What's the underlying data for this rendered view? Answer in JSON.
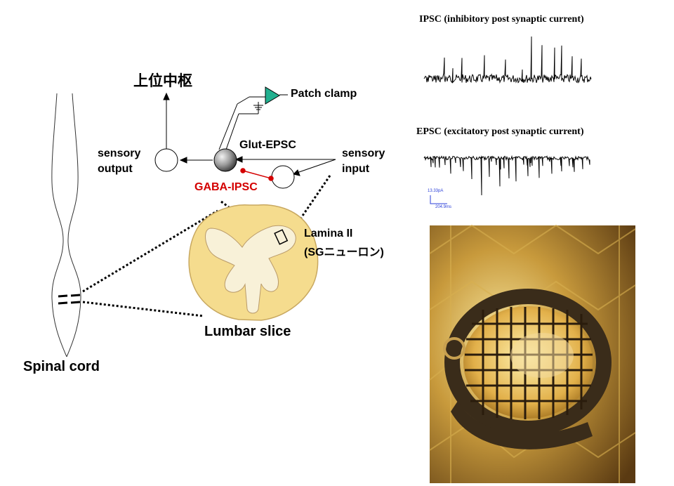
{
  "diagram": {
    "upper_center_label": "上位中枢",
    "patch_clamp_label": "Patch clamp",
    "glut_epsc_label": "Glut-EPSC",
    "gaba_ipsc_label": "GABA-IPSC",
    "sensory_output_label": [
      "sensory",
      "output"
    ],
    "sensory_input_label": [
      "sensory",
      "input"
    ],
    "lamina_label": [
      "Lamina II",
      "(SGニューロン)"
    ],
    "lumbar_slice_label": "Lumbar slice",
    "spinal_cord_label": "Spinal cord"
  },
  "traces": {
    "ipsc_title": "IPSC (inhibitory post synaptic current)",
    "epsc_title": "EPSC (excitatory post synaptic current)",
    "scale_y_label": "13.33pA",
    "scale_x_label": "204.9ms"
  },
  "colors": {
    "gaba_red": "#d40000",
    "patch_clamp_green": "#22b08f",
    "scale_bar_blue": "#2b3fd8",
    "slice_yellow": "#f5dc8e",
    "slice_gray_matter": "#f8f1d8"
  },
  "photo": {
    "description_icon": "slice-chamber-photo"
  }
}
